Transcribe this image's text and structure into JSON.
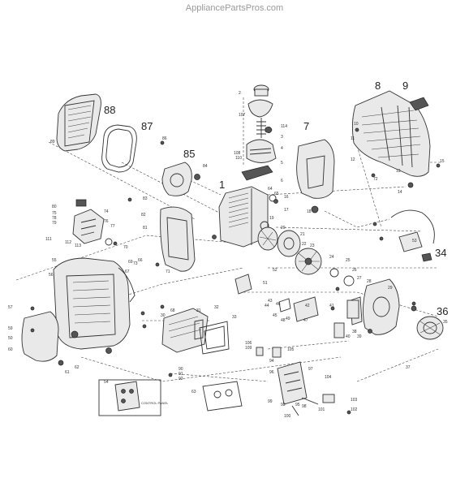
{
  "watermark": "AppliancePartsPros.com",
  "callouts_large": {
    "c88": "88",
    "c87": "87",
    "c85": "85",
    "c8": "8",
    "c9": "9",
    "c7": "7",
    "c1": "1",
    "c34": "34",
    "c36": "36"
  },
  "callouts_small": {
    "c2": "2",
    "c107": "107",
    "c114": "114",
    "c3": "3",
    "c4": "4",
    "c108": "108",
    "c5": "5",
    "c6": "6",
    "c86": "86",
    "c84": "84",
    "c89": "89",
    "c10": "10",
    "c11": "11",
    "c12": "12",
    "c13": "13",
    "c14": "14",
    "c15": "15",
    "c16": "16",
    "c17": "17",
    "c18": "18",
    "c19": "19",
    "c20": "20",
    "c21": "21",
    "c22": "22",
    "c23": "23",
    "c24": "24",
    "c25": "25",
    "c26": "26",
    "c27": "27",
    "c28": "28",
    "c29": "29",
    "c30": "30",
    "c31": "31",
    "c32": "32",
    "c33": "33",
    "c35": "35",
    "c37": "37",
    "c38": "38",
    "c39": "39",
    "c40": "40",
    "c41": "41",
    "c42": "42",
    "c43": "43",
    "c44": "44",
    "c45": "45",
    "c46": "46",
    "c47": "47",
    "c48": "48",
    "c49": "49",
    "c50": "50",
    "c51": "51",
    "c52": "52",
    "c53": "53",
    "c54": "54",
    "c55": "55",
    "c56": "56",
    "c57": "57",
    "c59": "59",
    "c60": "60",
    "c61": "61",
    "c62": "62",
    "c63": "63",
    "c64": "64",
    "c65": "65",
    "c66": "66",
    "c67": "67",
    "c68": "68",
    "c69": "69",
    "c70": "70",
    "c71": "71",
    "c72": "72",
    "c73": "73",
    "c74": "74",
    "c75": "75",
    "c76": "76",
    "c77": "77",
    "c78": "78",
    "c79": "79",
    "c80": "80",
    "c81": "81",
    "c82": "82",
    "c83": "83",
    "c90": "90",
    "c91": "91",
    "c92": "92",
    "c93": "93",
    "c94": "94",
    "c95": "95",
    "c96": "96",
    "c97": "97",
    "c98": "98",
    "c99": "99",
    "c100": "100",
    "c101": "101",
    "c102": "102",
    "c103": "103",
    "c104": "104",
    "c105": "105",
    "c106": "106",
    "c109": "109",
    "c110": "110",
    "c111": "111",
    "c112": "112",
    "c113": "113"
  },
  "control_panel_caption": "CONTROL PANEL",
  "colors": {
    "ink": "#333333",
    "watermark": "#9a9a9a",
    "background": "#ffffff"
  }
}
